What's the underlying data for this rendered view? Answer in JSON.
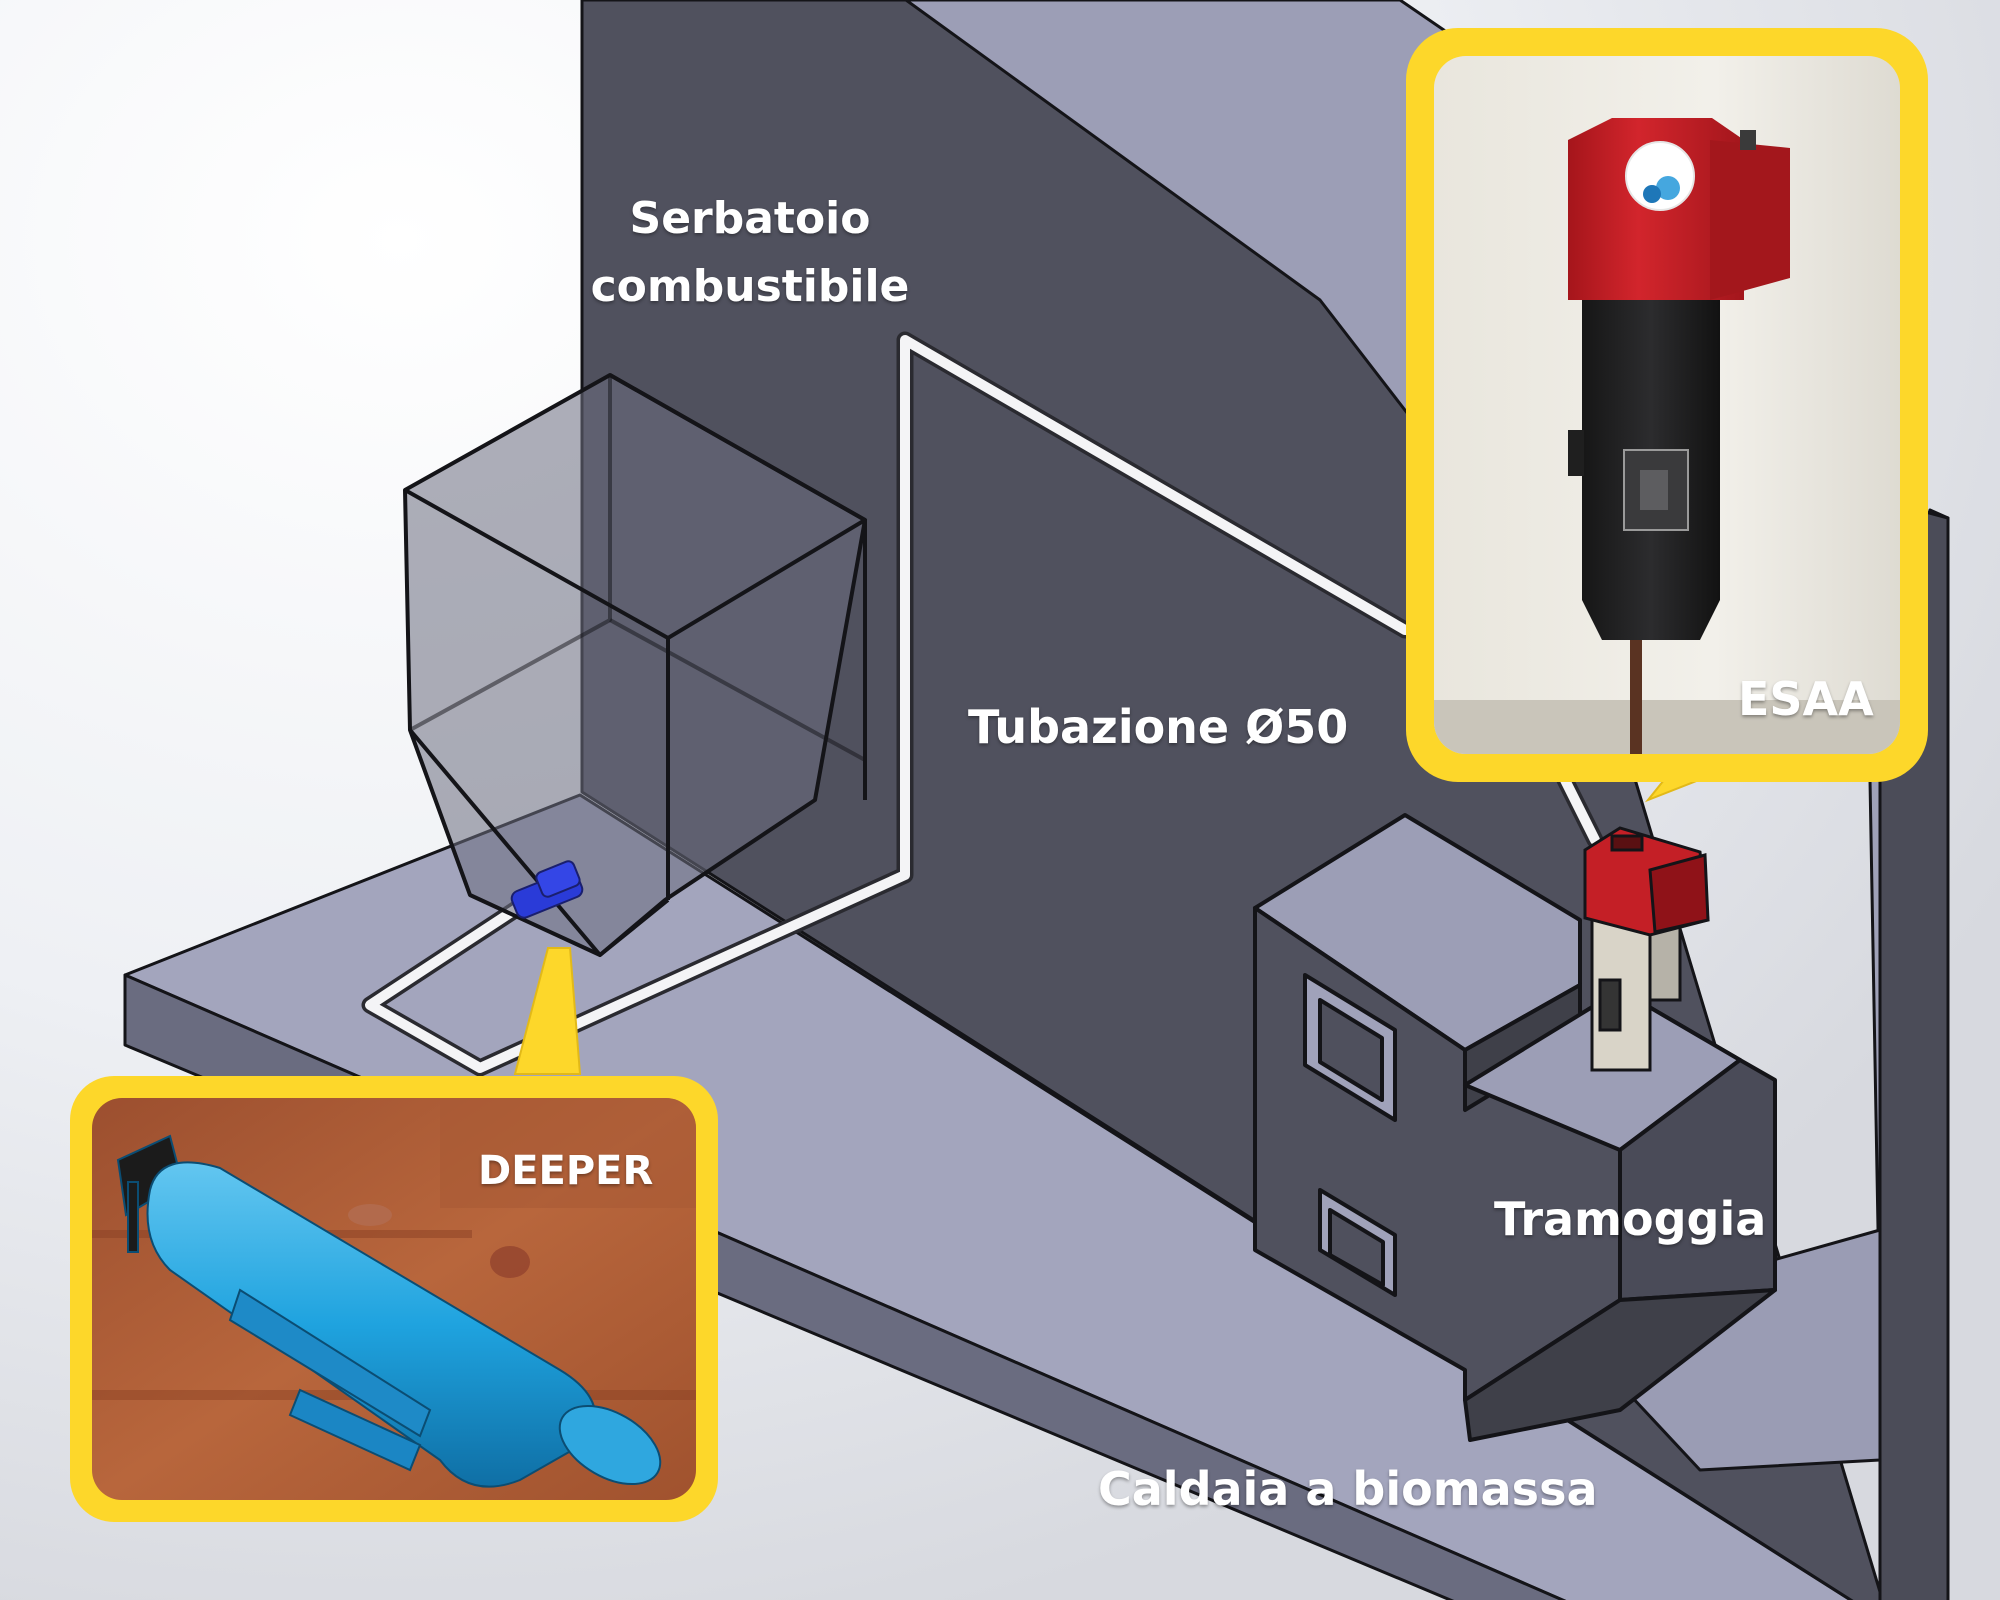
{
  "labels": {
    "tank_line1": "Serbatoio",
    "tank_line2": "combustibile",
    "pipe": "Tubazione Ø50",
    "hopper": "Tramoggia",
    "boiler": "Caldaia a biomassa",
    "esaa": "ESAA",
    "deeper": "DEEPER"
  },
  "colors": {
    "callout_border": "#FDD72A",
    "wall_dark": "#4F505D",
    "floor_light": "#A0A2BA",
    "pipe": "#F4F4F6",
    "deeper_blue": "#1FA3DF",
    "esaa_red": "#C41F26"
  }
}
